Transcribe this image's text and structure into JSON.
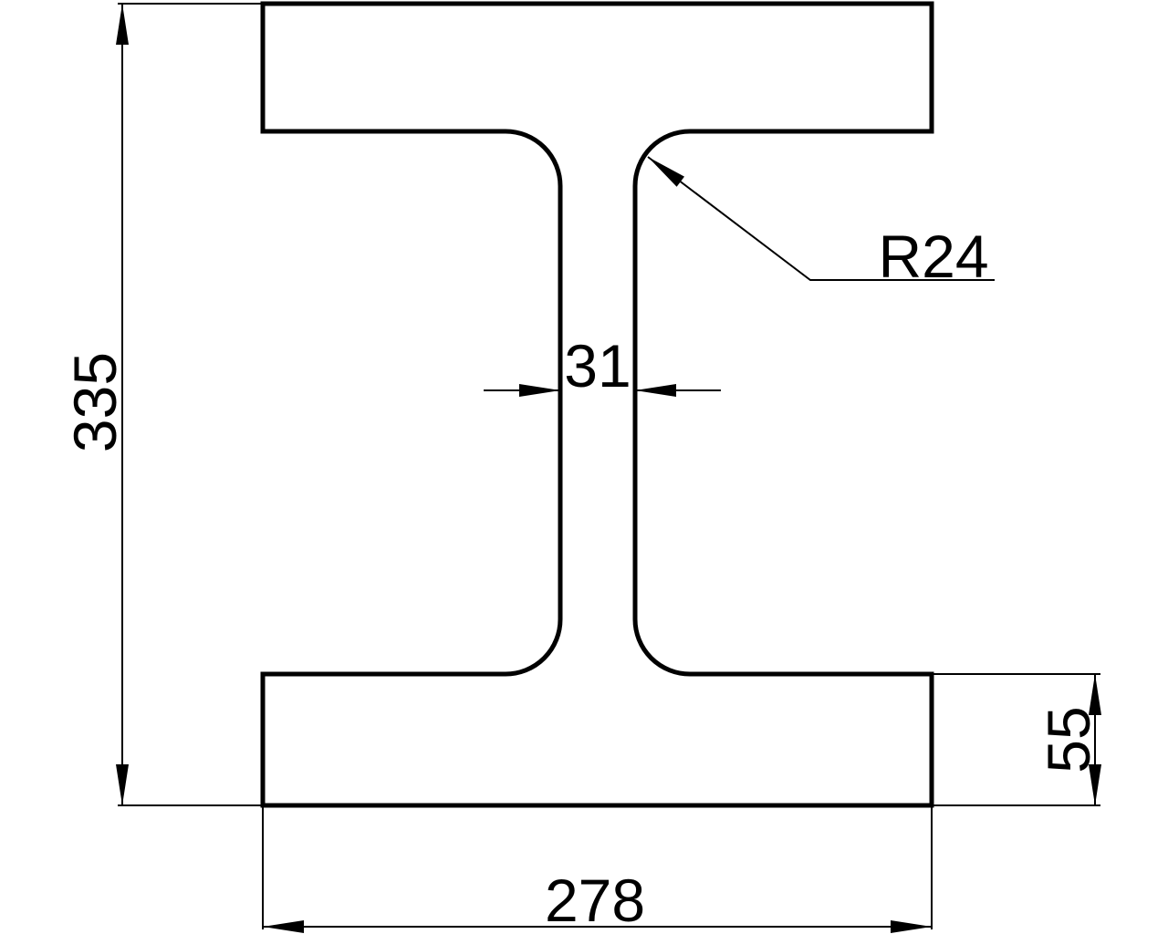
{
  "drawing": {
    "shape": "i-beam-cross-section",
    "colors": {
      "line": "#000000",
      "background": "#ffffff"
    },
    "labels": {
      "overall_height": "335",
      "flange_width": "278",
      "flange_thickness": "55",
      "web_thickness": "31",
      "fillet_radius": "R24"
    }
  }
}
